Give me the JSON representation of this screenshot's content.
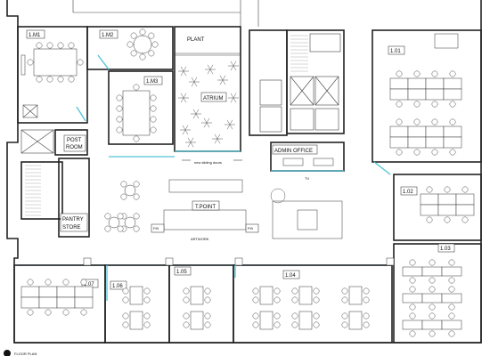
{
  "rooms": {
    "m1": "1.M1",
    "m2": "1.M2",
    "m3": "1.M3",
    "plant": "PLANT",
    "atrium": "ATRIUM",
    "post_room_line1": "POST",
    "post_room_line2": "ROOM",
    "admin_office": "ADMIN OFFICE",
    "tv": "TV",
    "r101": "1.01",
    "r102": "1.02",
    "r103": "1.03",
    "r104": "1.04",
    "r105": "1.05",
    "r106": "1.06",
    "r107": "1.07",
    "tpoint": "T.POINT",
    "artwork": "ARTWORK",
    "pantry_line1": "PANTRY",
    "pantry_line2": "STORE",
    "pb_left": "P.B",
    "pb_right": "P.B"
  },
  "annotations": {
    "sliding_doors": "new sliding doors",
    "floor_plan": "FLOOR PLAN"
  }
}
